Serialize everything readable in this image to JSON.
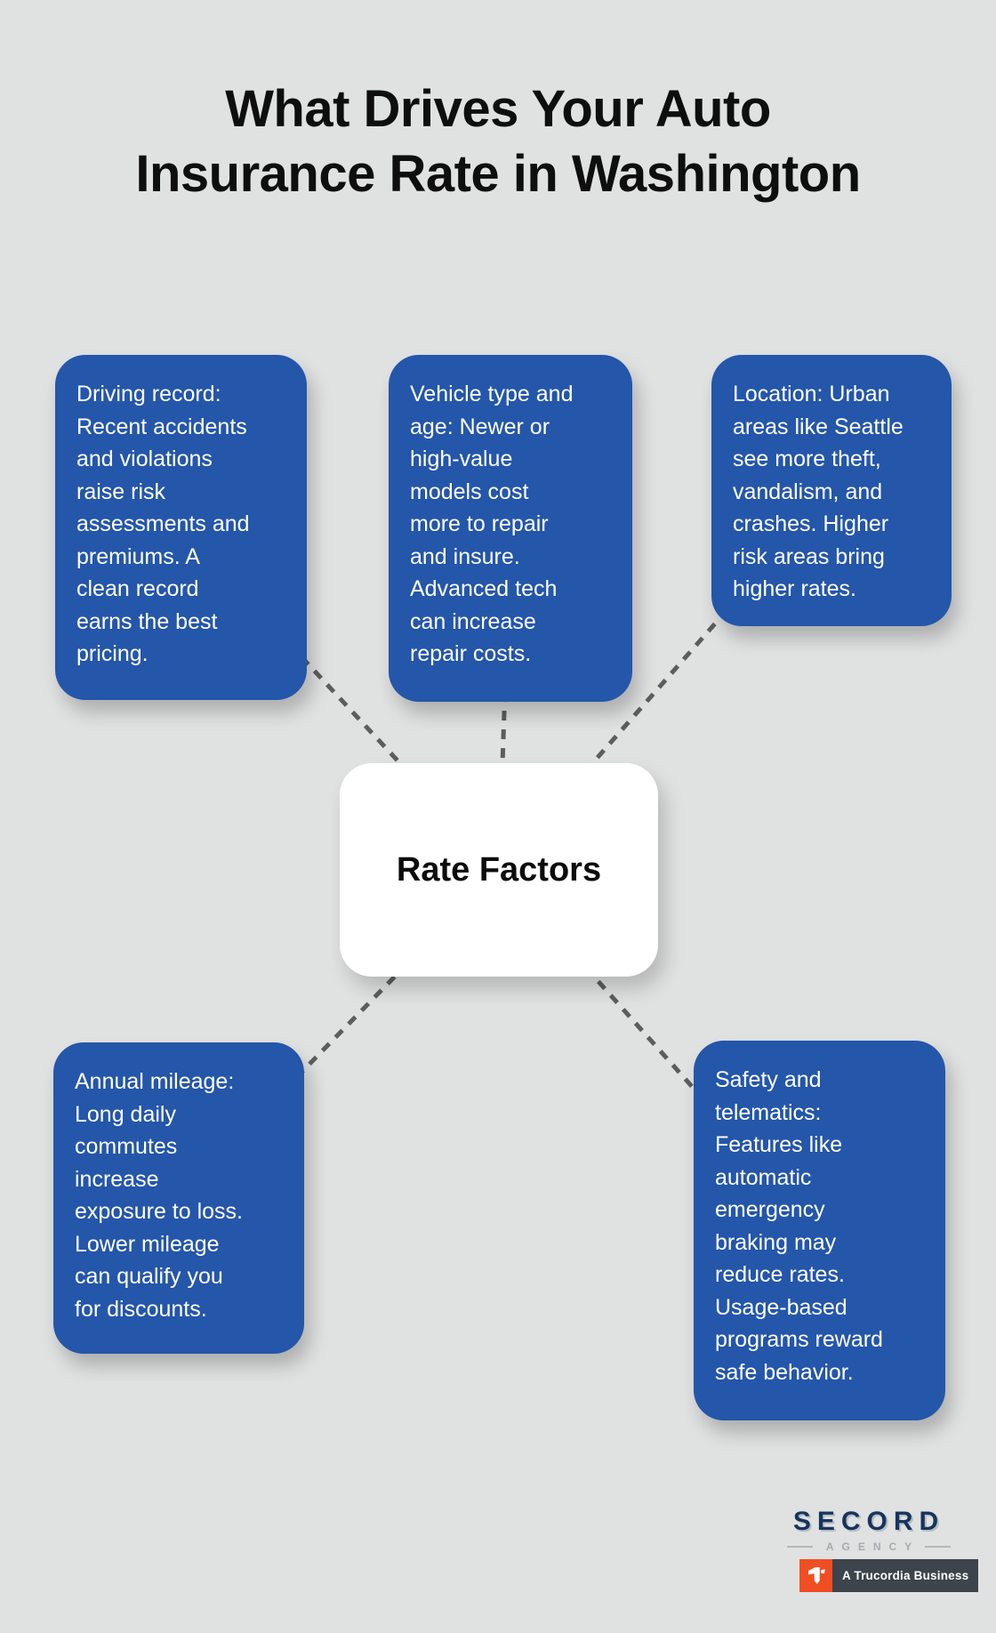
{
  "title": {
    "line1": "What Drives Your Auto",
    "line2": "Insurance Rate in Washington"
  },
  "center": {
    "label": "Rate Factors"
  },
  "factors": [
    {
      "id": "driving-record",
      "text": "Driving record:\nRecent accidents\nand violations\nraise risk\nassessments and\npremiums. A\nclean record\nearns the best\npricing."
    },
    {
      "id": "vehicle-type-and-age",
      "text": "Vehicle type and\nage: Newer or\nhigh-value\nmodels cost\nmore to repair\nand insure.\nAdvanced tech\ncan increase\nrepair costs."
    },
    {
      "id": "location",
      "text": "Location: Urban\nareas like Seattle\nsee more theft,\nvandalism, and\ncrashes. Higher\nrisk areas bring\nhigher rates."
    },
    {
      "id": "annual-mileage",
      "text": "Annual mileage:\nLong daily\ncommutes\nincrease\nexposure to loss.\nLower mileage\ncan qualify you\nfor discounts."
    },
    {
      "id": "safety-and-telematics",
      "text": "Safety and\ntelematics:\nFeatures like\nautomatic\nemergency\nbraking may\nreduce rates.\nUsage-based\nprograms reward\nsafe behavior."
    }
  ],
  "logo": {
    "brand": "SECORD",
    "sub": "AGENCY",
    "badge": "A Trucordia Business"
  },
  "colors": {
    "background": "#e0e1e1",
    "factor_blue": "#2456aa",
    "factor_text": "#ffffff",
    "connector_gray": "#5d5d5d",
    "title_black": "#0e0e0e",
    "brand_navy": "#16355d",
    "agency_gray": "#a6abb0",
    "badge_orange": "#f04e23",
    "badge_slate": "#3d444b"
  }
}
